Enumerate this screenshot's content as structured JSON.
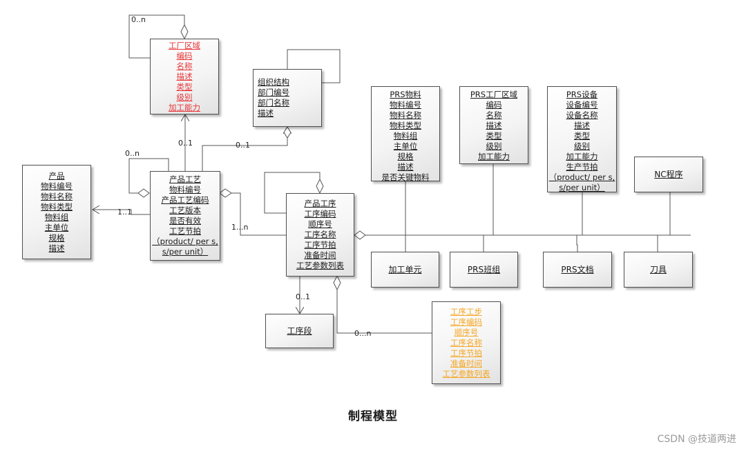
{
  "diagram": {
    "caption": "制程模型",
    "watermark": "CSDN @技道两进",
    "factory_area": {
      "color": "#e8363a",
      "lines": [
        "工厂区域",
        "编码",
        "名称",
        "描述",
        "类型",
        "级别",
        "加工能力"
      ]
    },
    "org": {
      "lines": [
        "组织结构",
        "部门编号",
        "部门名称",
        "描述"
      ]
    },
    "product": {
      "lines": [
        "产品",
        "物料编号",
        "物料名称",
        "物料类型",
        "物料组",
        "主单位",
        "规格",
        "描述"
      ]
    },
    "product_process": {
      "lines": [
        "产品工艺",
        "物料编号",
        "产品工艺编码",
        "工艺版本",
        "是否有效",
        "工艺节拍",
        "（product/ per s,",
        "s/per unit）"
      ]
    },
    "product_operation": {
      "lines": [
        "产品工序",
        "工序编码",
        "顺序号",
        "工序名称",
        "工序节拍",
        "准备时间",
        "工艺参数列表"
      ]
    },
    "prs_material": {
      "lines": [
        "PRS物料",
        "物料编号",
        "物料名称",
        "物料类型",
        "物料组",
        "主单位",
        "规格",
        "描述",
        "是否关键物料"
      ]
    },
    "prs_factory_area": {
      "lines": [
        "PRS工厂区域",
        "编码",
        "名称",
        "描述",
        "类型",
        "级别",
        "加工能力"
      ]
    },
    "prs_equipment": {
      "lines": [
        "PRS设备",
        "设备编号",
        "设备名称",
        "描述",
        "类型",
        "级别",
        "加工能力",
        "生产节拍",
        "（product/ per s,",
        "s/per unit）"
      ]
    },
    "nc_program": {
      "label": "NC程序"
    },
    "work_unit": {
      "label": "加工单元"
    },
    "prs_team": {
      "label": "PRS班组"
    },
    "prs_document": {
      "label": "PRS文档"
    },
    "tool": {
      "label": "刀具"
    },
    "operation_segment": {
      "label": "工序段"
    },
    "work_step": {
      "color": "#f5a623",
      "lines": [
        "工序工步",
        "工序编码",
        "顺序号",
        "工序名称",
        "工序节拍",
        "准备时间",
        "工艺参数列表"
      ]
    },
    "multiplicities": {
      "factory_self": "0..n",
      "factory_to_process": "0..1",
      "process_self": "0..n",
      "org_to_process": "0..1",
      "process_to_product": "1..1",
      "process_to_operation": "1...n",
      "operation_to_segment": "0..1",
      "operation_to_step": "0...n"
    }
  }
}
